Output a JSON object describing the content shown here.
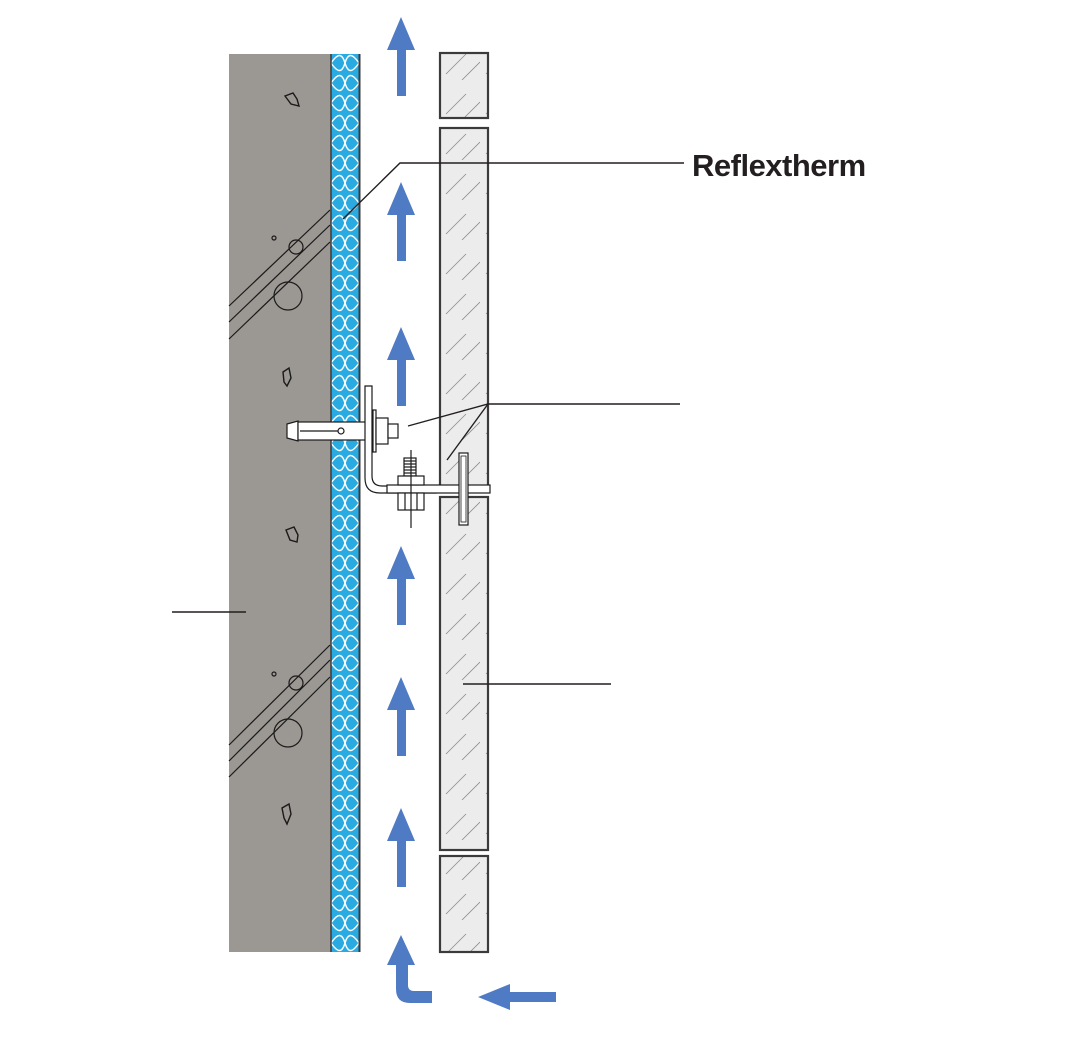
{
  "diagram": {
    "type": "ventilated-facade-section",
    "product_label": "Reflextherm",
    "colors": {
      "concrete": "#9b9793",
      "insulation": "#29abe2",
      "insulation_wave": "#ffffff",
      "cladding": "#ececec",
      "cladding_outline": "#3d3a3b",
      "airflow_arrow": "#4f7ac4",
      "linework": "#231f20"
    },
    "icons": {
      "airflow": "arrow-up-icon",
      "inlet_turn": "arrow-turn-up-icon",
      "inlet": "arrow-left-icon"
    },
    "layers": [
      {
        "name": "concrete-wall"
      },
      {
        "name": "reflective-insulation"
      },
      {
        "name": "ventilated-air-gap"
      },
      {
        "name": "cladding-panels"
      }
    ]
  }
}
